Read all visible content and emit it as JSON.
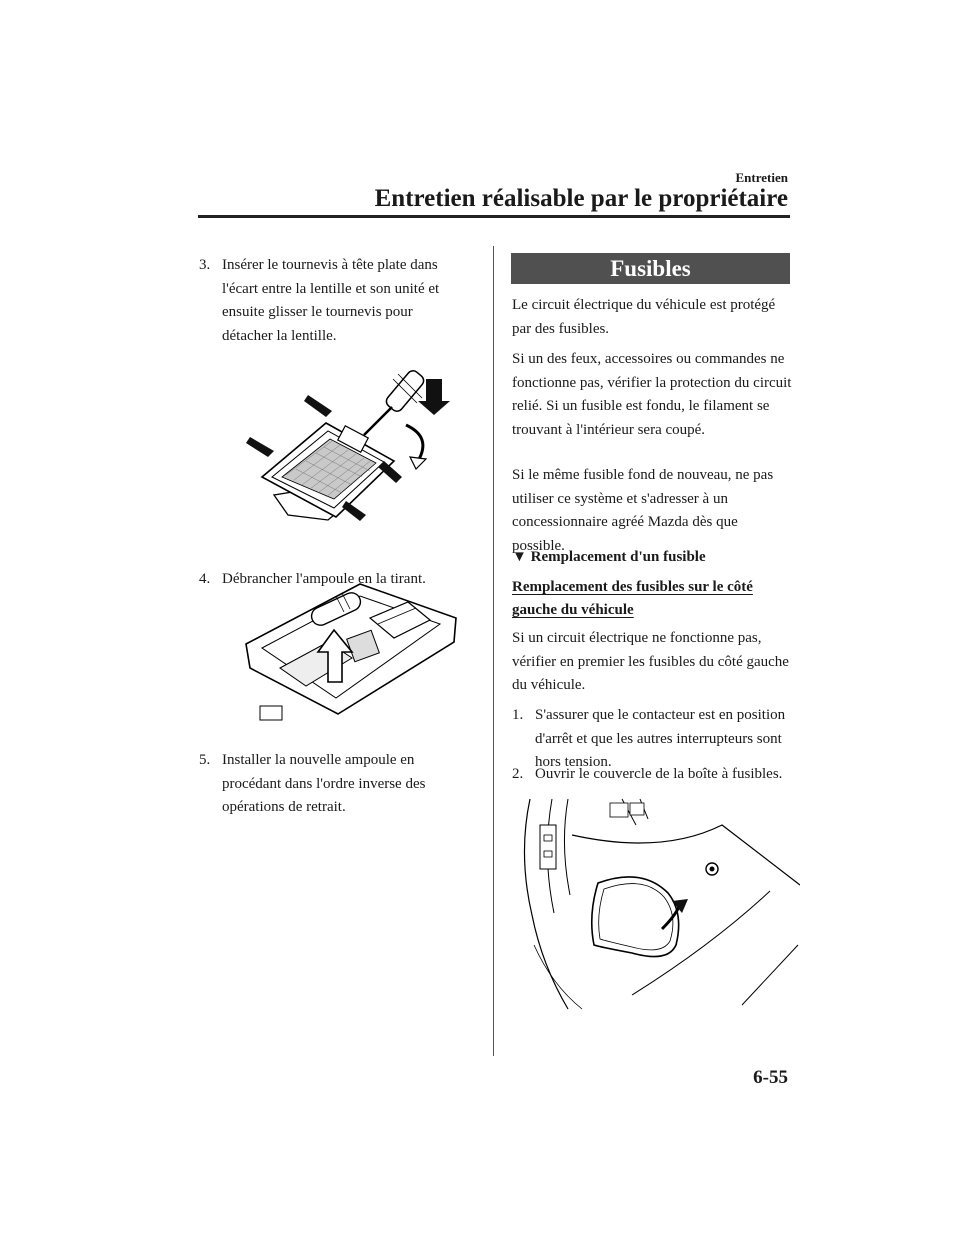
{
  "header": {
    "section": "Entretien",
    "title": "Entretien réalisable par le propriétaire"
  },
  "left": {
    "step3": {
      "num": "3.",
      "text": "Insérer le tournevis à tête plate dans l'écart entre la lentille et son unité et ensuite glisser le tournevis pour détacher la lentille."
    },
    "step4": {
      "num": "4.",
      "text": "Débrancher l'ampoule en la tirant."
    },
    "step5": {
      "num": "5.",
      "text": "Installer la nouvelle ampoule en procédant dans l'ordre inverse des opérations de retrait."
    }
  },
  "right": {
    "banner": "Fusibles",
    "p1": "Le circuit électrique du véhicule est protégé par des fusibles.",
    "p2": "Si un des feux, accessoires ou commandes ne fonctionne pas, vérifier la protection du circuit relié. Si un fusible est fondu, le filament se trouvant à l'intérieur sera coupé.",
    "p3": "Si le même fusible fond de nouveau, ne pas utiliser ce système et s'adresser à un concessionnaire agréé Mazda dès que possible.",
    "subhead_marker": "▼",
    "subhead": "Remplacement d'un fusible",
    "subhead2": "Remplacement des fusibles sur le côté gauche du véhicule",
    "p4": "Si un circuit électrique ne fonctionne pas, vérifier en premier les fusibles du côté gauche du véhicule.",
    "step1": {
      "num": "1.",
      "text": "S'assurer que le contacteur est en position d'arrêt et que les autres interrupteurs sont hors tension."
    },
    "step2": {
      "num": "2.",
      "text": "Ouvrir le couvercle de la boîte à fusibles."
    }
  },
  "page_number": "6-55"
}
